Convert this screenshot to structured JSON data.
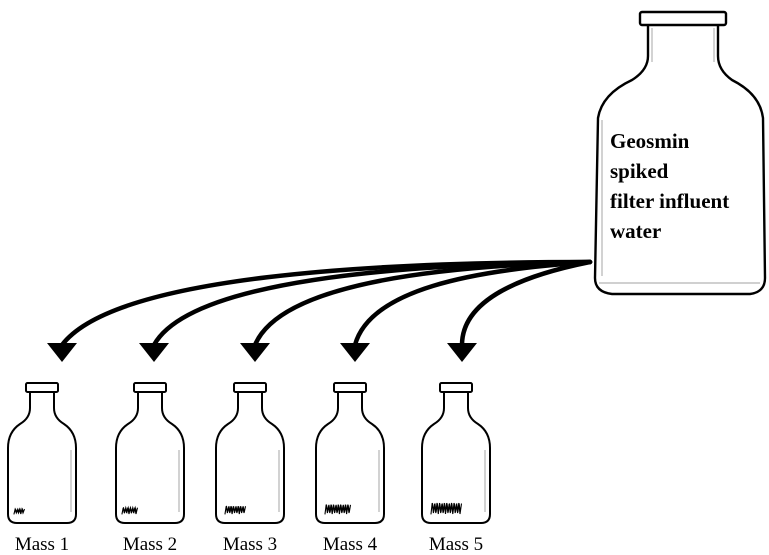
{
  "source_bottle": {
    "label_lines": [
      "Geosmin",
      "spiked",
      "filter influent",
      "water"
    ]
  },
  "sample_bottles": [
    {
      "label": "Mass 1",
      "sediment_level": 1
    },
    {
      "label": "Mass 2",
      "sediment_level": 2
    },
    {
      "label": "Mass 3",
      "sediment_level": 3
    },
    {
      "label": "Mass 4",
      "sediment_level": 4
    },
    {
      "label": "Mass 5",
      "sediment_level": 5
    }
  ]
}
